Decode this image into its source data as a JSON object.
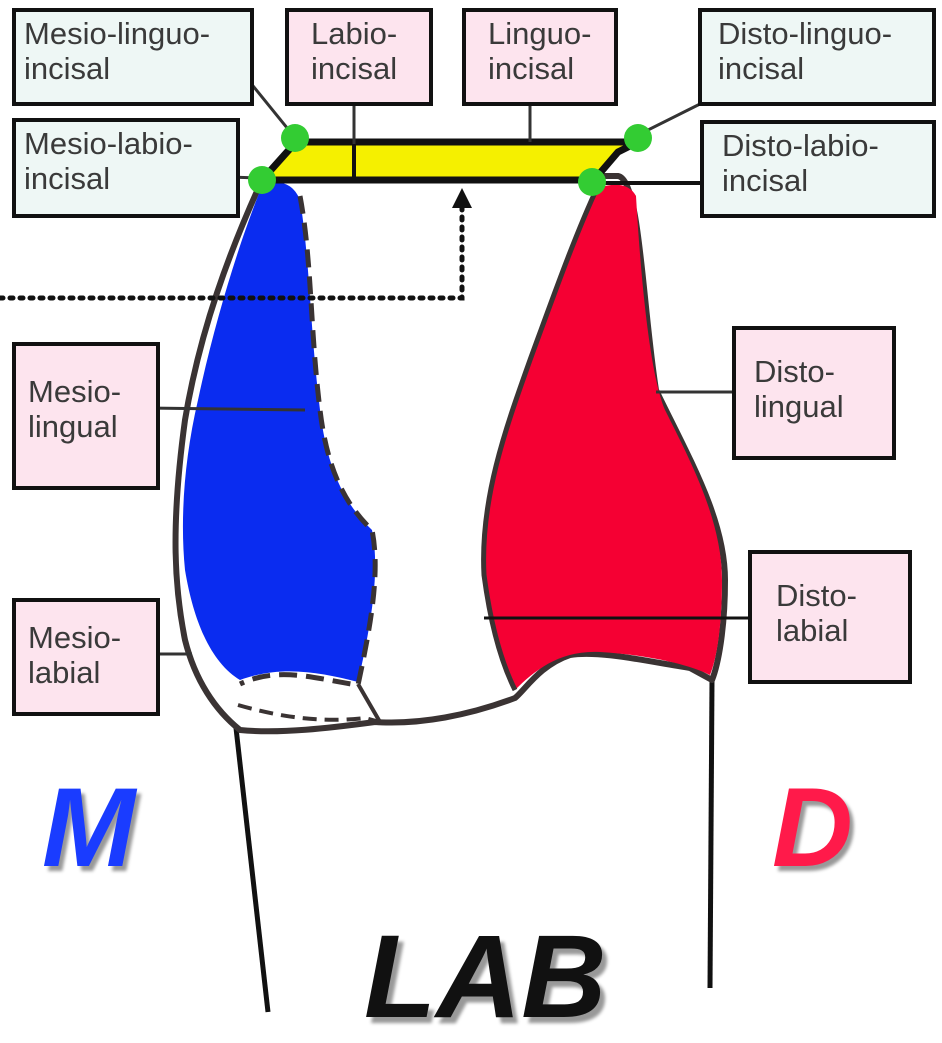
{
  "labels": {
    "mesio_linguo_incisal": {
      "line1": "Mesio-linguo-",
      "line2": "incisal"
    },
    "labio_incisal": {
      "line1": "Labio-",
      "line2": "incisal"
    },
    "linguo_incisal": {
      "line1": "Linguo-",
      "line2": "incisal"
    },
    "disto_linguo_incisal": {
      "line1": "Disto-linguo-",
      "line2": "incisal"
    },
    "mesio_labio_incisal": {
      "line1": "Mesio-labio-",
      "line2": "incisal"
    },
    "disto_labio_incisal": {
      "line1": "Disto-labio-",
      "line2": "incisal"
    },
    "mesio_lingual": {
      "line1": "Mesio-",
      "line2": "lingual"
    },
    "disto_lingual": {
      "line1": "Disto-",
      "line2": "lingual"
    },
    "mesio_labial": {
      "line1": "Mesio-",
      "line2": "labial"
    },
    "disto_labial": {
      "line1": "Disto-",
      "line2": "labial"
    }
  },
  "letters": {
    "mesial": "M",
    "distal": "D",
    "view": "LAB"
  },
  "colors": {
    "mesial_surface": "#0a2cf0",
    "distal_surface": "#f50033",
    "incisal_edge": "#f5f000",
    "point_angle": "#33cc33",
    "outline": "#3a3333",
    "label_pink": "#fde4ee",
    "label_mint": "#eef7f5",
    "letter_m": "#1a3cff",
    "letter_d": "#ff1a4a",
    "letter_lab": "#111111"
  }
}
